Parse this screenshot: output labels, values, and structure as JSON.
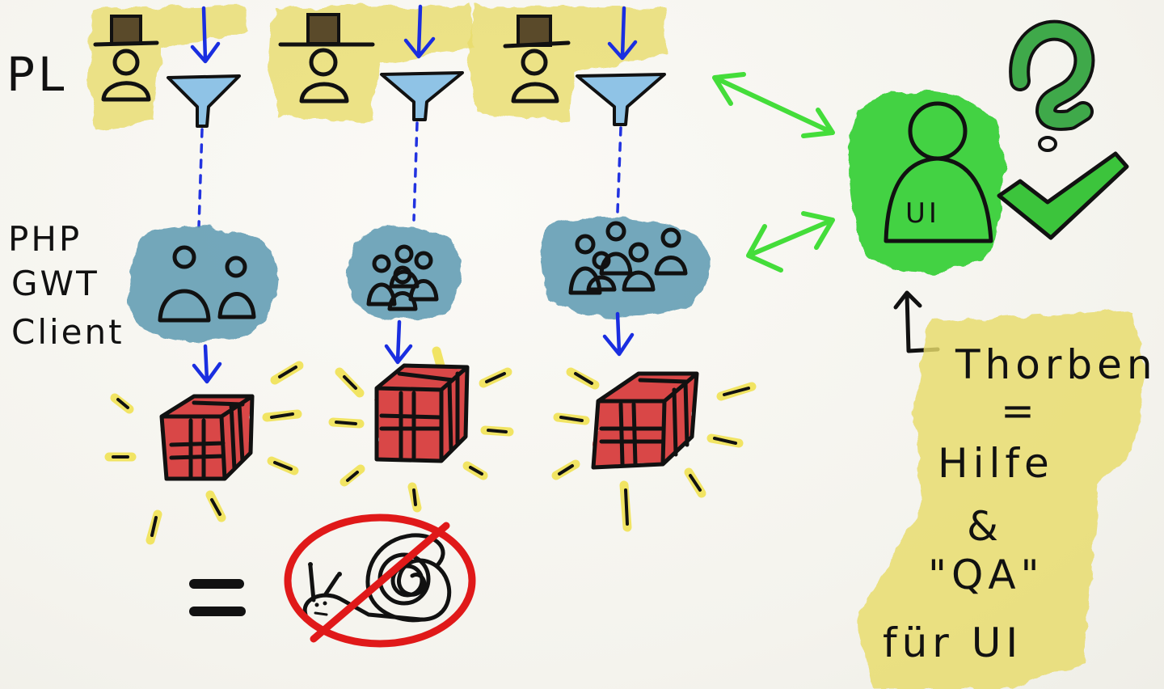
{
  "labels": {
    "pl": "PL",
    "php": "PHP",
    "gwt": "GWT",
    "client": "Client",
    "ui": "UI",
    "thorben": "Thorben",
    "equals_small": "=",
    "hilfe": "Hilfe",
    "ampersand": "&",
    "qa": "\"QA\"",
    "fuer_ui": "für UI",
    "equals_big": "="
  },
  "teams": [
    {
      "members": 2
    },
    {
      "members": 4
    },
    {
      "members": 5
    }
  ],
  "colors": {
    "yellow_highlight": "#e8dc6a",
    "hat": "#5a4a2a",
    "funnel": "#8fc3e6",
    "team_cloud": "#5c99b0",
    "package": "#d94646",
    "ui_blob": "#3ad03a",
    "checkmark": "#3cc43c",
    "question_mark": "#3fa94a",
    "arrow_blue": "#1a2ee0",
    "arrow_green": "#44dd3a",
    "no_sign": "#e01919"
  },
  "icons": [
    "hat-person-icon",
    "funnel-icon",
    "team-icon",
    "package-icon",
    "snail-icon",
    "no-sign-icon",
    "checkmark-icon",
    "question-mark-icon",
    "ui-person-icon"
  ]
}
